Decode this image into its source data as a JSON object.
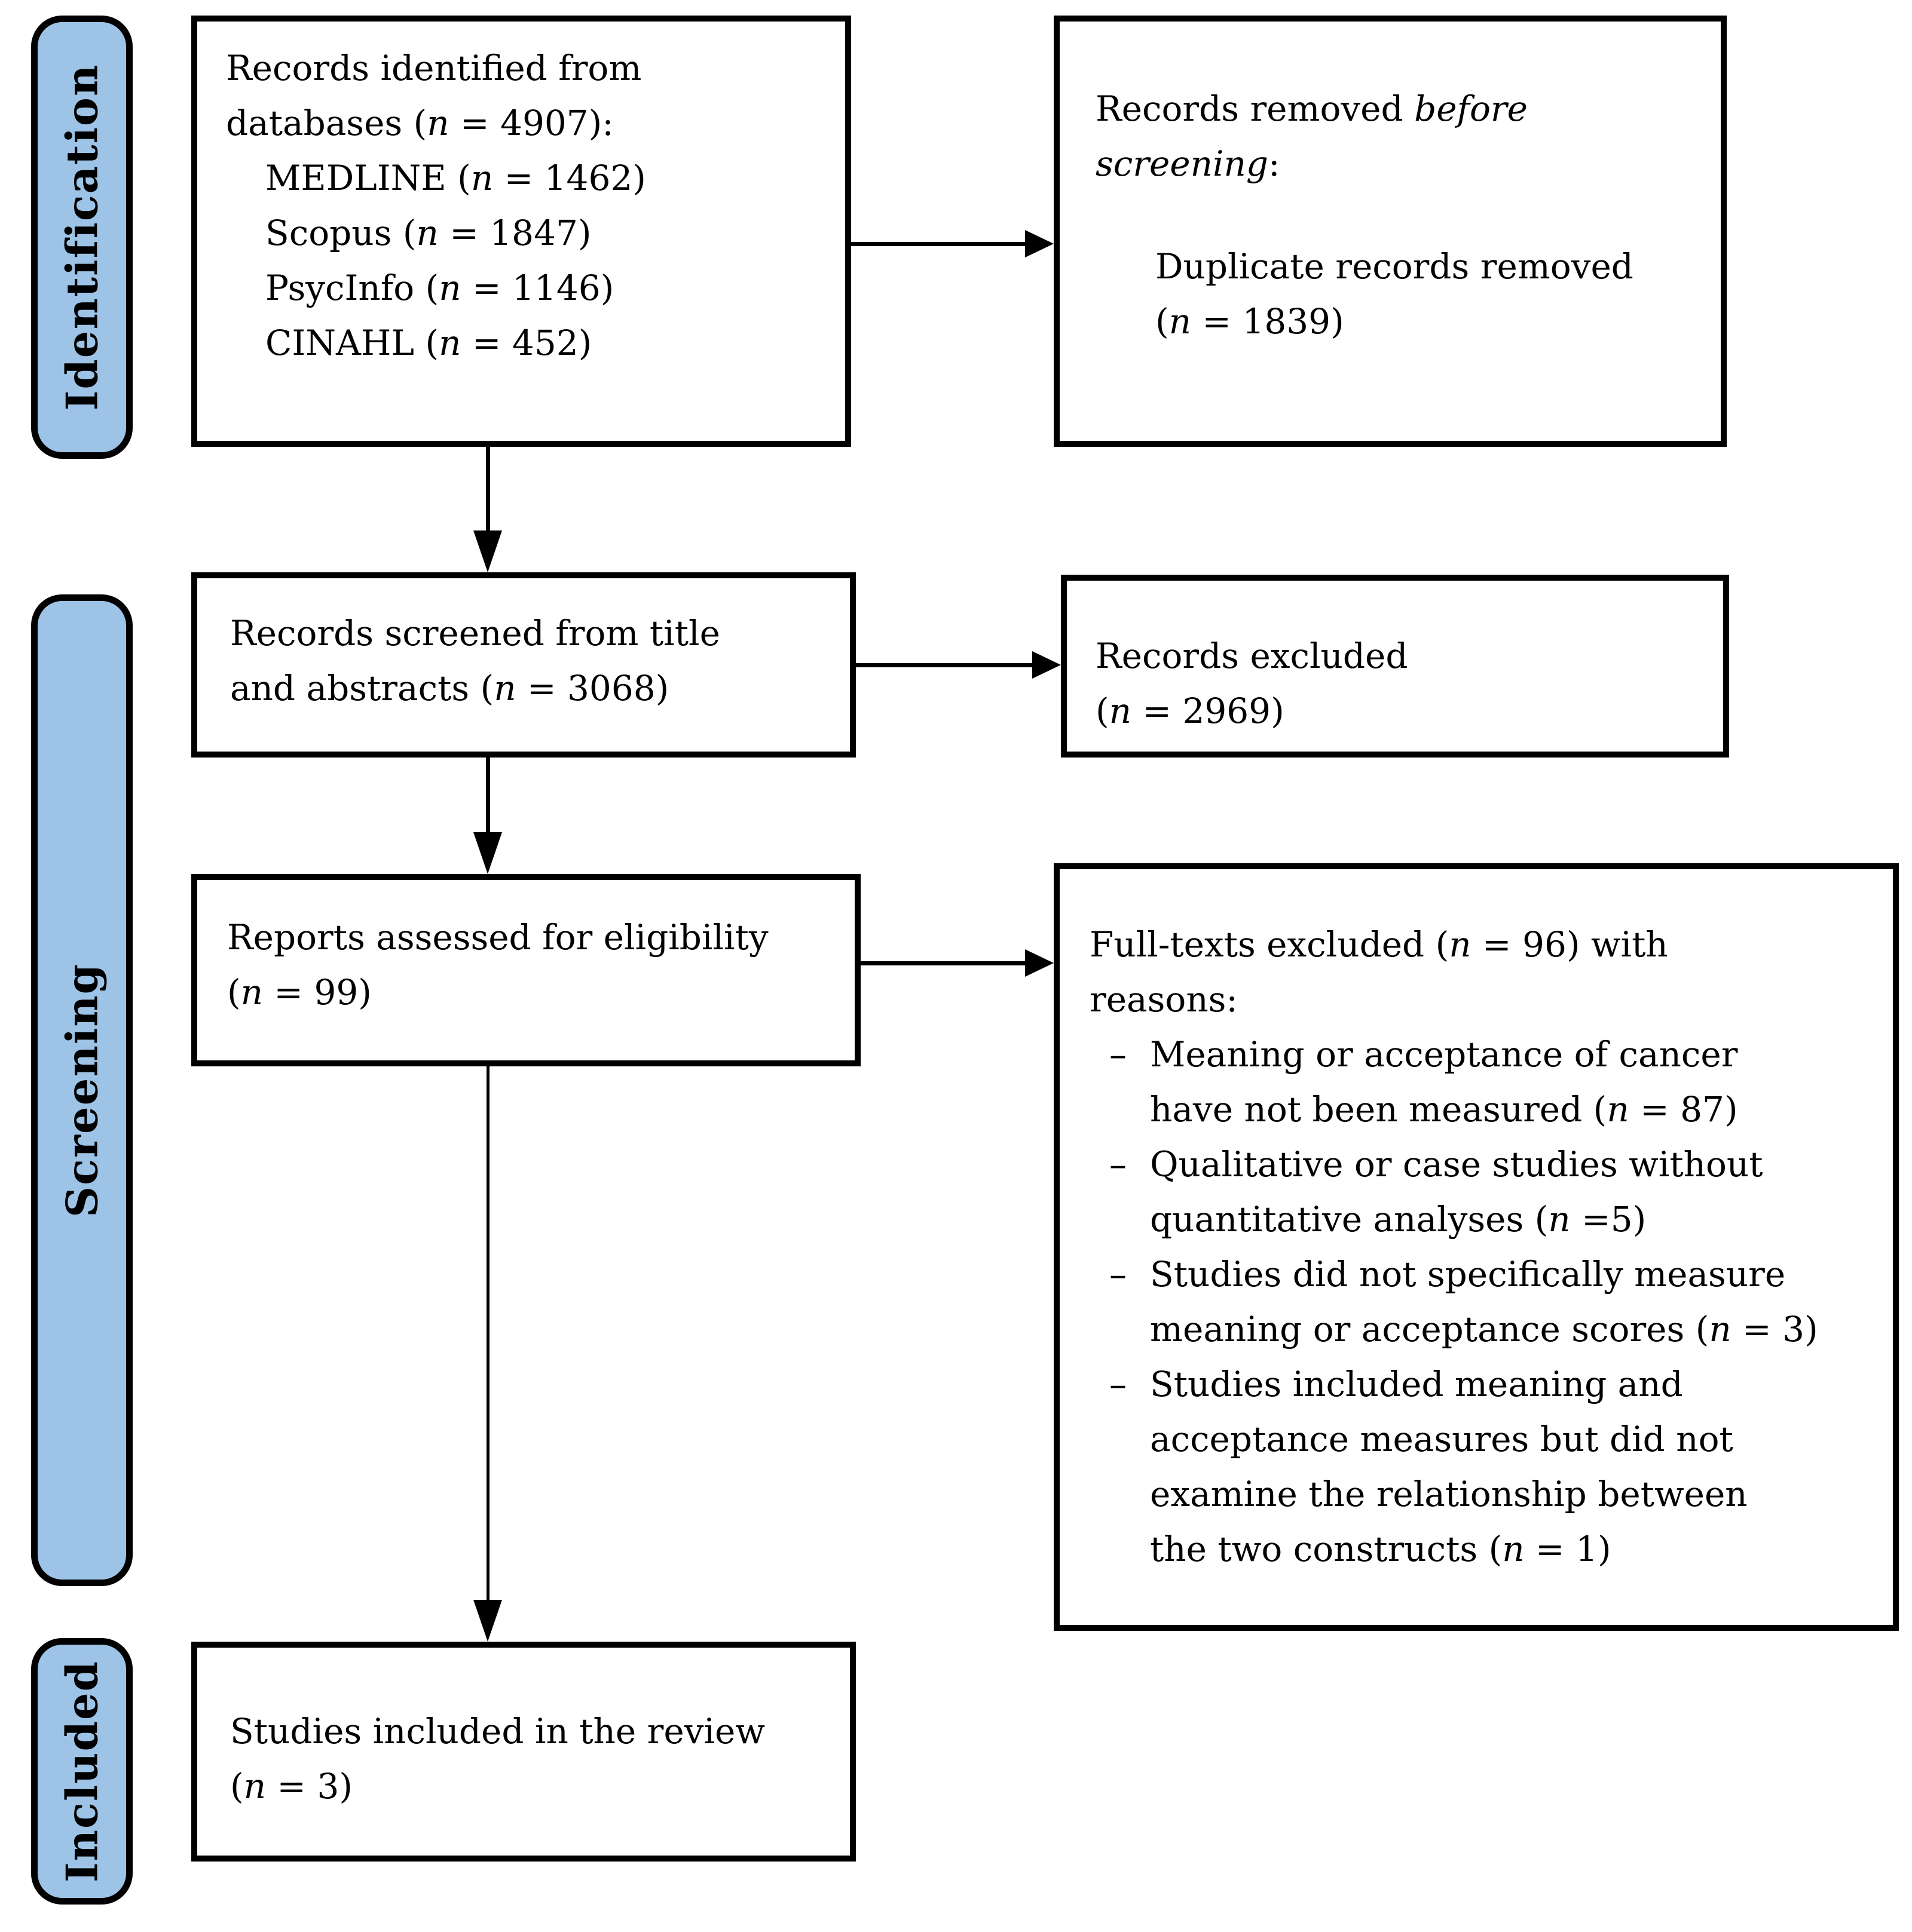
{
  "colors": {
    "stage_fill": "#9DC3E6",
    "line": "#000000",
    "background": "#FFFFFF"
  },
  "glyphs": {
    "bullet_dash": "–"
  },
  "sidebar": {
    "stages": [
      {
        "label": "Identification"
      },
      {
        "label": "Screening"
      },
      {
        "label": "Included"
      }
    ]
  },
  "boxes": {
    "identified": {
      "lines": [
        {
          "runs": [
            {
              "t": "Records identified from"
            }
          ]
        },
        {
          "runs": [
            {
              "t": "databases ("
            },
            {
              "t": "n",
              "i": true
            },
            {
              "t": " = 4907):"
            }
          ]
        },
        {
          "ind": 1,
          "runs": [
            {
              "t": "MEDLINE ("
            },
            {
              "t": "n",
              "i": true
            },
            {
              "t": " = 1462)"
            }
          ]
        },
        {
          "ind": 1,
          "runs": [
            {
              "t": "Scopus ("
            },
            {
              "t": "n",
              "i": true
            },
            {
              "t": " = 1847)"
            }
          ]
        },
        {
          "ind": 1,
          "runs": [
            {
              "t": "PsycInfo ("
            },
            {
              "t": "n",
              "i": true
            },
            {
              "t": " = 1146)"
            }
          ]
        },
        {
          "ind": 1,
          "runs": [
            {
              "t": "CINAHL ("
            },
            {
              "t": "n",
              "i": true
            },
            {
              "t": " = 452)"
            }
          ]
        }
      ]
    },
    "removed": {
      "lines": [
        {
          "runs": [
            {
              "t": "Records removed "
            },
            {
              "t": "before",
              "i": true
            }
          ]
        },
        {
          "runs": [
            {
              "t": "screening",
              "i": true
            },
            {
              "t": ":"
            }
          ]
        },
        {
          "blank": true
        },
        {
          "ind": 2,
          "runs": [
            {
              "t": "Duplicate records removed"
            }
          ]
        },
        {
          "ind": 2,
          "runs": [
            {
              "t": "("
            },
            {
              "t": "n",
              "i": true
            },
            {
              "t": " = 1839)"
            }
          ]
        }
      ]
    },
    "screened": {
      "lines": [
        {
          "runs": [
            {
              "t": "Records screened from title"
            }
          ]
        },
        {
          "runs": [
            {
              "t": "and abstracts ("
            },
            {
              "t": "n",
              "i": true
            },
            {
              "t": " = 3068)"
            }
          ]
        }
      ]
    },
    "excluded": {
      "lines": [
        {
          "runs": [
            {
              "t": "Records excluded"
            }
          ]
        },
        {
          "runs": [
            {
              "t": "("
            },
            {
              "t": "n",
              "i": true
            },
            {
              "t": " = 2969)"
            }
          ]
        }
      ]
    },
    "assessed": {
      "lines": [
        {
          "runs": [
            {
              "t": "Reports assessed for eligibility"
            }
          ]
        },
        {
          "runs": [
            {
              "t": "("
            },
            {
              "t": "n",
              "i": true
            },
            {
              "t": " = 99)"
            }
          ]
        }
      ]
    },
    "fulltext_excluded": {
      "lines": [
        {
          "runs": [
            {
              "t": "Full-texts excluded ("
            },
            {
              "t": "n",
              "i": true
            },
            {
              "t": " = 96) with"
            }
          ]
        },
        {
          "runs": [
            {
              "t": "reasons:"
            }
          ]
        },
        {
          "dash": true,
          "runs": [
            {
              "t": "Meaning or acceptance of cancer"
            }
          ]
        },
        {
          "ind": 3,
          "runs": [
            {
              "t": "have not been measured ("
            },
            {
              "t": "n",
              "i": true
            },
            {
              "t": " = 87)"
            }
          ]
        },
        {
          "dash": true,
          "runs": [
            {
              "t": "Qualitative or case studies without"
            }
          ]
        },
        {
          "ind": 3,
          "runs": [
            {
              "t": "quantitative analyses ("
            },
            {
              "t": "n",
              "i": true
            },
            {
              "t": " =5)"
            }
          ]
        },
        {
          "dash": true,
          "runs": [
            {
              "t": "Studies did not specifically measure"
            }
          ]
        },
        {
          "ind": 3,
          "runs": [
            {
              "t": "meaning or acceptance scores ("
            },
            {
              "t": "n",
              "i": true
            },
            {
              "t": " = 3)"
            }
          ]
        },
        {
          "dash": true,
          "runs": [
            {
              "t": "Studies included meaning and"
            }
          ]
        },
        {
          "ind": 3,
          "runs": [
            {
              "t": "acceptance measures but did not"
            }
          ]
        },
        {
          "ind": 3,
          "runs": [
            {
              "t": "examine the relationship between"
            }
          ]
        },
        {
          "ind": 3,
          "runs": [
            {
              "t": "the two constructs ("
            },
            {
              "t": "n",
              "i": true
            },
            {
              "t": " = 1)"
            }
          ]
        }
      ]
    },
    "included": {
      "lines": [
        {
          "runs": [
            {
              "t": "Studies included in the review"
            }
          ]
        },
        {
          "runs": [
            {
              "t": "("
            },
            {
              "t": "n",
              "i": true
            },
            {
              "t": " = 3)"
            }
          ]
        }
      ]
    }
  }
}
